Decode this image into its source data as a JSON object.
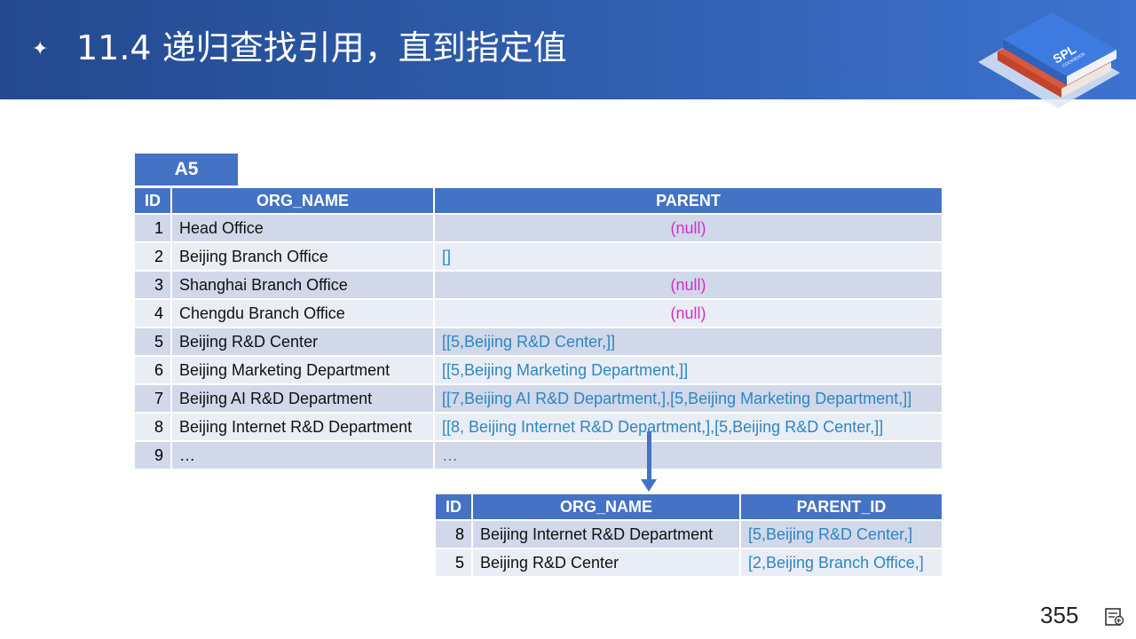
{
  "slide": {
    "title": "11.4 递归查找引用，直到指定值",
    "page_number": "355"
  },
  "logo": {
    "text": "SPL",
    "subtext": "COOKBOOK"
  },
  "colors": {
    "header": "#2d5ba8",
    "table_header": "#4472c4",
    "ref_text": "#2e86c1",
    "null_text": "#d22dc9"
  },
  "main_table": {
    "label": "A5",
    "headers": [
      "ID",
      "ORG_NAME",
      "PARENT"
    ],
    "rows": [
      {
        "id": "1",
        "org_name": "Head Office",
        "parent": "(null)"
      },
      {
        "id": "2",
        "org_name": "Beijing Branch Office",
        "parent": "[]"
      },
      {
        "id": "3",
        "org_name": "Shanghai Branch Office",
        "parent": "(null)"
      },
      {
        "id": "4",
        "org_name": "Chengdu Branch Office",
        "parent": "(null)"
      },
      {
        "id": "5",
        "org_name": "Beijing R&D Center",
        "parent": "[[5,Beijing R&D Center,]]"
      },
      {
        "id": "6",
        "org_name": "Beijing Marketing  Department",
        "parent": "[[5,Beijing Marketing  Department,]]"
      },
      {
        "id": "7",
        "org_name": "Beijing AI R&D Department",
        "parent": "[[7,Beijing AI R&D Department,],[5,Beijing Marketing  Department,]]"
      },
      {
        "id": "8",
        "org_name": "Beijing Internet R&D Department",
        "parent": "[[8, Beijing Internet R&D Department,],[5,Beijing R&D Center,]]"
      },
      {
        "id": "9",
        "org_name": "…",
        "parent": "…"
      }
    ]
  },
  "result_table": {
    "headers": [
      "ID",
      "ORG_NAME",
      "PARENT_ID"
    ],
    "rows": [
      {
        "id": "8",
        "org_name": "Beijing Internet R&D Department",
        "parent_id": "[5,Beijing R&D Center,]"
      },
      {
        "id": "5",
        "org_name": "Beijing R&D Center",
        "parent_id": "[2,Beijing Branch Office,]"
      }
    ]
  }
}
